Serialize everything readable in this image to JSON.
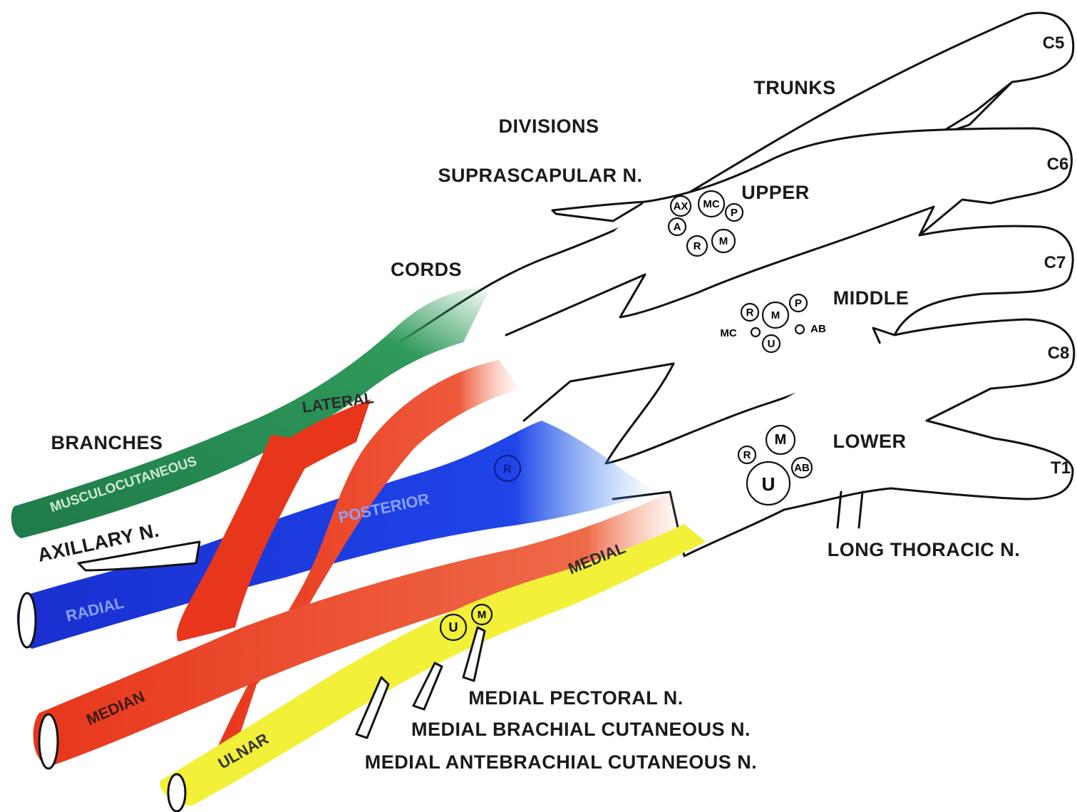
{
  "labels": {
    "trunks": "TRUNKS",
    "divisions": "DIVISIONS",
    "suprascapular": "SUPRASCAPULAR N.",
    "cords": "CORDS",
    "branches": "BRANCHES",
    "axillary": "AXILLARY N.",
    "long_thoracic": "LONG THORACIC N.",
    "medial_pectoral": "MEDIAL PECTORAL N.",
    "medial_brachial": "MEDIAL BRACHIAL CUTANEOUS N.",
    "medial_antebrachial": "MEDIAL ANTEBRACHIAL CUTANEOUS N."
  },
  "trunks": {
    "upper": "UPPER",
    "middle": "MIDDLE",
    "lower": "LOWER"
  },
  "roots": [
    "C5",
    "C6",
    "C7",
    "C8",
    "T1"
  ],
  "cords": {
    "lateral": "LATERAL",
    "posterior": "POSTERIOR",
    "medial": "MEDIAL"
  },
  "terminal_branches": {
    "musculocutaneous": "MUSCULOCUTANEOUS",
    "radial": "RADIAL",
    "median": "MEDIAN",
    "ulnar": "ULNAR"
  },
  "fascicle_markers": {
    "upper_trunk": [
      "AX",
      "MC",
      "P",
      "A",
      "R",
      "M"
    ],
    "middle_trunk": [
      "R",
      "M",
      "P",
      "MC",
      "U",
      "AB"
    ],
    "lower_trunk": [
      "M",
      "R",
      "U",
      "AB"
    ],
    "medial_cord": [
      "U",
      "M"
    ],
    "posterior_cord": [
      "R"
    ]
  },
  "colors": {
    "lateral_cord": "#e8361c",
    "musculocutaneous": "#1f7a4a",
    "posterior_cord": "#1a2fd0",
    "medial_cord": "#e8361c",
    "ulnar": "#f3f03a",
    "outline": "#111111"
  }
}
